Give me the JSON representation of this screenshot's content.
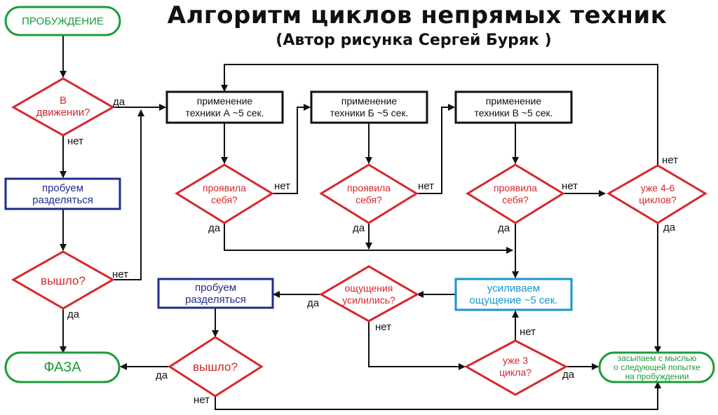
{
  "header": {
    "title": "Алгоритм циклов непрямых техник",
    "subtitle": "(Автор рисунка Сергей Буряк )"
  },
  "nodes": {
    "wake": "ПРОБУЖДЕНИЕ",
    "moving": "В\nдвижении?",
    "try_separate_1": "пробуем\nразделяться",
    "exited_1": "вышло?",
    "phase": "ФАЗА",
    "technique_a": "применение\nтехники А ~5 сек.",
    "technique_b": "применение\nтехники Б ~5 сек.",
    "technique_c": "применение\nтехники В ~5 сек.",
    "showed_a": "проявила\nсебя?",
    "showed_b": "проявила\nсебя?",
    "showed_c": "проявила\nсебя?",
    "cycles_4_6": "уже 4-6\nциклов?",
    "amplify": "усиливаем\nощущение ~5 сек.",
    "intensified": "ощущения\nусилились?",
    "try_separate_2": "пробуем\nразделяться",
    "exited_2": "вышло?",
    "cycles_3": "уже 3\nцикла?",
    "fall_asleep": "засыпаем с мыслью\nо следующей попытке\nна пробуждении"
  },
  "edge_labels": {
    "moving_yes": "да",
    "moving_no": "нет",
    "exited1_no": "нет",
    "exited1_yes": "да",
    "showed_a_no": "нет",
    "showed_a_yes": "да",
    "showed_b_no": "нет",
    "showed_b_yes": "да",
    "showed_c_no": "нет",
    "showed_c_yes": "да",
    "cycles46_no": "нет",
    "cycles46_yes": "да",
    "intensified_yes": "да",
    "intensified_no": "нет",
    "cycles3_no": "нет",
    "cycles3_yes": "да",
    "exited2_yes": "да",
    "exited2_no": "нет"
  },
  "colors": {
    "green": "#1a9c3a",
    "red": "#d8262c",
    "navy": "#1e2c8c",
    "cyan": "#1596cf",
    "black": "#111111"
  }
}
